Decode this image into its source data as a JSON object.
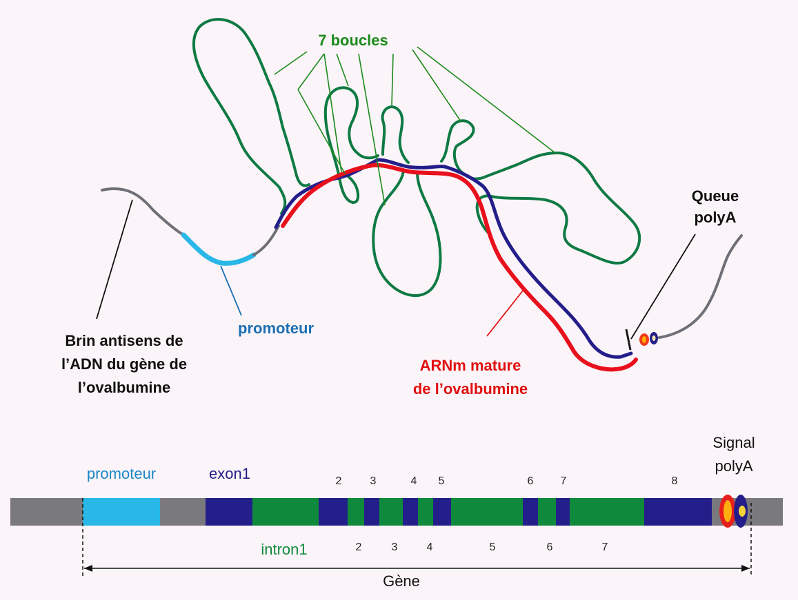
{
  "labels": {
    "loops": "7 boucles",
    "tail_line1": "Queue",
    "tail_line2": "polyA",
    "antisense_line1": "Brin antisens de",
    "antisense_line2": "l’ADN du gène de",
    "antisense_line3": "l’ovalbumine",
    "promoter_top": "promoteur",
    "mrna_line1": "ARNm mature",
    "mrna_line2": "de l’ovalbumine",
    "promoter_bottom": "promoteur",
    "exon1": "exon1",
    "signal_line1": "Signal",
    "signal_line2": "polyA",
    "intron1": "intron1",
    "gene": "Gène"
  },
  "exon_numbers": [
    "2",
    "3",
    "4",
    "5",
    "6",
    "7",
    "8"
  ],
  "intron_numbers": [
    "2",
    "3",
    "4",
    "5",
    "6",
    "7"
  ],
  "colors": {
    "background": "#fbf4f8",
    "dna": "#6f6f78",
    "promoter": "#29b7e8",
    "exon": "#241e8a",
    "intron": "#0f8a3c",
    "mrna": "#e8101c",
    "loop_label": "#1a8a1a",
    "promoter_label": "#1b6fb5",
    "mrna_label": "#e01010"
  }
}
